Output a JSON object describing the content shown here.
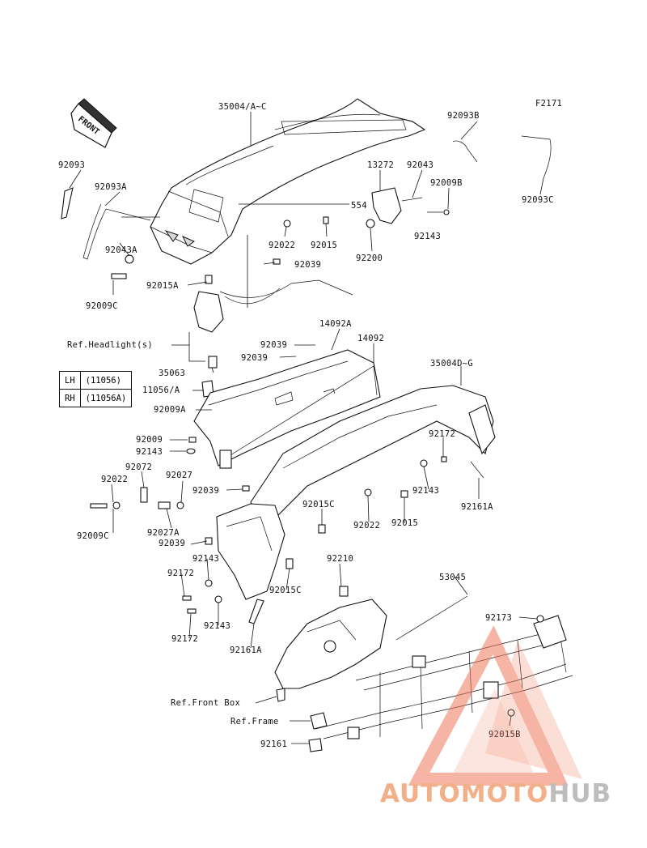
{
  "figure_code": "F2171",
  "front_marker": "FRONT",
  "watermark": {
    "part1": "AUTOMOTO",
    "part2": "HUB",
    "accent": "#f07a5a",
    "gray": "#9a9a9a"
  },
  "legend": [
    {
      "side": "LH",
      "part": "(11056)"
    },
    {
      "side": "RH",
      "part": "(11056A)"
    }
  ],
  "labels": {
    "l35004ac": "35004/A~C",
    "l92093b": "92093B",
    "l92093": "92093",
    "l92093a": "92093A",
    "l13272": "13272",
    "l92043": "92043",
    "l92009b": "92009B",
    "l92093c": "92093C",
    "l554": "554",
    "l92143a": "92143",
    "l92022a": "92022",
    "l92015a": "92015",
    "l92200": "92200",
    "l92043a": "92043A",
    "l92039a": "92039",
    "l92015A": "92015A",
    "l92009c": "92009C",
    "refHeadlight": "Ref.Headlight(s)",
    "l14092a": "14092A",
    "l14092": "14092",
    "l92039b": "92039",
    "l92039c": "92039",
    "l35004dg": "35004D~G",
    "l35063": "35063",
    "l11056a": "11056/A",
    "l92009A": "92009A",
    "l92009": "92009",
    "l92172a": "92172",
    "l92143b": "92143",
    "l92072": "92072",
    "l92022b": "92022",
    "l92027": "92027",
    "l92143c": "92143",
    "l92161A": "92161A",
    "l92039d": "92039",
    "l92015C1": "92015C",
    "l92009C2": "92009C",
    "l92027A": "92027A",
    "l92022c": "92022",
    "l92015b": "92015",
    "l92039e": "92039",
    "l92143d": "92143",
    "l92210": "92210",
    "l92172b": "92172",
    "l92015C2": "92015C",
    "l53045": "53045",
    "l92143e": "92143",
    "l92173": "92173",
    "l92172c": "92172",
    "l92161A2": "92161A",
    "refFrontBox": "Ref.Front Box",
    "refFrame": "Ref.Frame",
    "l92015B": "92015B",
    "l92161": "92161"
  }
}
